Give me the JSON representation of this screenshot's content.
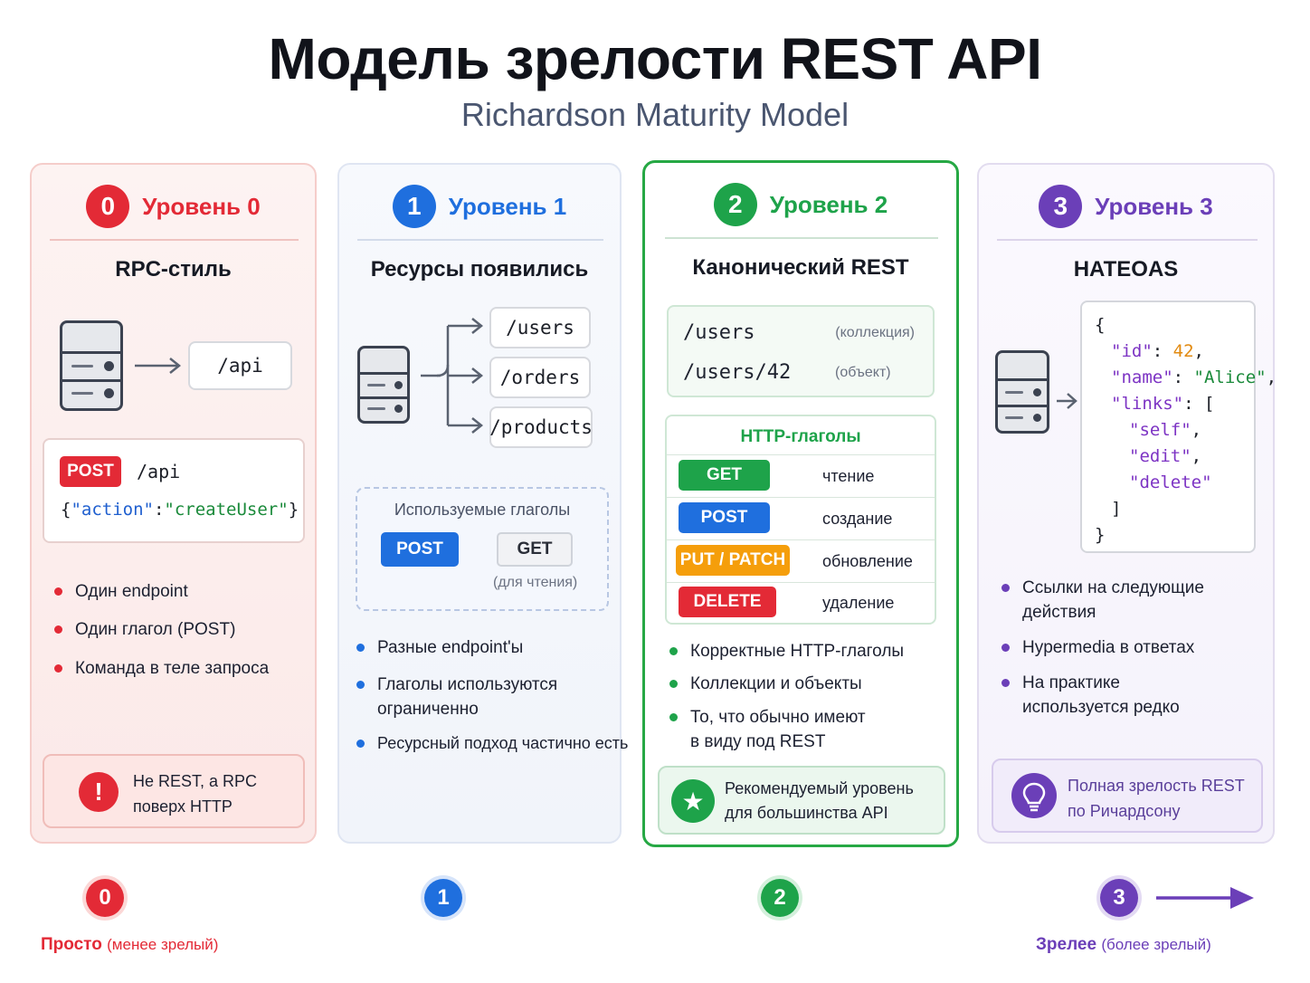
{
  "title": "Модель зрелости REST API",
  "subtitle": "Richardson Maturity Model",
  "levels": [
    {
      "number": "0",
      "label": "Уровень 0",
      "name": "RPC-стиль",
      "endpoint": "/api",
      "request": {
        "method": "POST",
        "path": "/api",
        "body_open": "{",
        "body_key": "\"action\"",
        "body_colon": ":",
        "body_value": "\"createUser\"",
        "body_close": "}"
      },
      "bullets": [
        "Один endpoint",
        "Один глагол (POST)",
        "Команда в теле запроса"
      ],
      "note": {
        "line1": "Не REST, а RPC",
        "line2": "поверх HTTP"
      },
      "color": "#e32a36"
    },
    {
      "number": "1",
      "label": "Уровень 1",
      "name": "Ресурсы появились",
      "resources": [
        "/users",
        "/orders",
        "/products"
      ],
      "verbs": {
        "title": "Используемые глаголы",
        "post": "POST",
        "get": "GET",
        "get_note": "(для чтения)"
      },
      "bullets": [
        "Разные endpoint'ы",
        "Глаголы используются ограниченно",
        "Ресурсный подход частично есть"
      ],
      "color": "#1f6fde"
    },
    {
      "number": "2",
      "label": "Уровень 2",
      "name": "Канонический REST",
      "paths": [
        {
          "path": "/users",
          "note": "(коллекция)"
        },
        {
          "path": "/users/42",
          "note": "(объект)"
        }
      ],
      "verbs_title": "HTTP-глаголы",
      "verbs": [
        {
          "method": "GET",
          "meaning": "чтение",
          "color": "#1ea34a"
        },
        {
          "method": "POST",
          "meaning": "создание",
          "color": "#1f6fde"
        },
        {
          "method": "PUT / PATCH",
          "meaning": "обновление",
          "color": "#f59e0b"
        },
        {
          "method": "DELETE",
          "meaning": "удаление",
          "color": "#e32a36"
        }
      ],
      "bullets": [
        "Корректные HTTP-глаголы",
        "Коллекции и объекты",
        "То, что обычно имеют в виду под REST"
      ],
      "note": {
        "line1": "Рекомендуемый уровень",
        "line2": "для большинства API"
      },
      "color": "#1ea34a"
    },
    {
      "number": "3",
      "label": "Уровень 3",
      "name": "HATEOAS",
      "json": {
        "open": "{",
        "id_key": "\"id\"",
        "id_value": "42",
        "name_key": "\"name\"",
        "name_value": "\"Alice\"",
        "links_key": "\"links\"",
        "links_open": "[",
        "link1": "\"self\"",
        "link2": "\"edit\"",
        "link3": "\"delete\"",
        "links_close": "]",
        "close": "}"
      },
      "bullets": [
        "Ссылки на следующие действия",
        "Hypermedia в ответах",
        "На практике используется редко"
      ],
      "note": {
        "line1": "Полная зрелость REST",
        "line2": "по Ричардсону"
      },
      "color": "#6b3fb8"
    }
  ],
  "scale": {
    "left_bold": "Просто",
    "left_note": "(менее зрелый)",
    "right_bold": "Зрелее",
    "right_note": "(более зрелый)"
  }
}
